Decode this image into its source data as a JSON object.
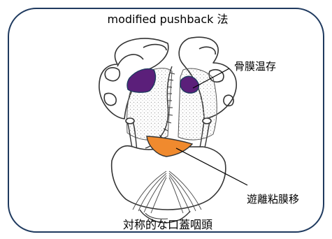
{
  "title": "modified pushback 法",
  "labels": {
    "periosteum": "骨膜温存",
    "flap": "遊離粘膜移",
    "caption": "対称的な口蓋咽頭"
  },
  "colors": {
    "frame": "#1f3a5f",
    "periosteum_patch": "#5b1f7a",
    "mucosa_graft": "#f08a2e",
    "outline": "#333333",
    "stipple": "#bfbfbf"
  }
}
